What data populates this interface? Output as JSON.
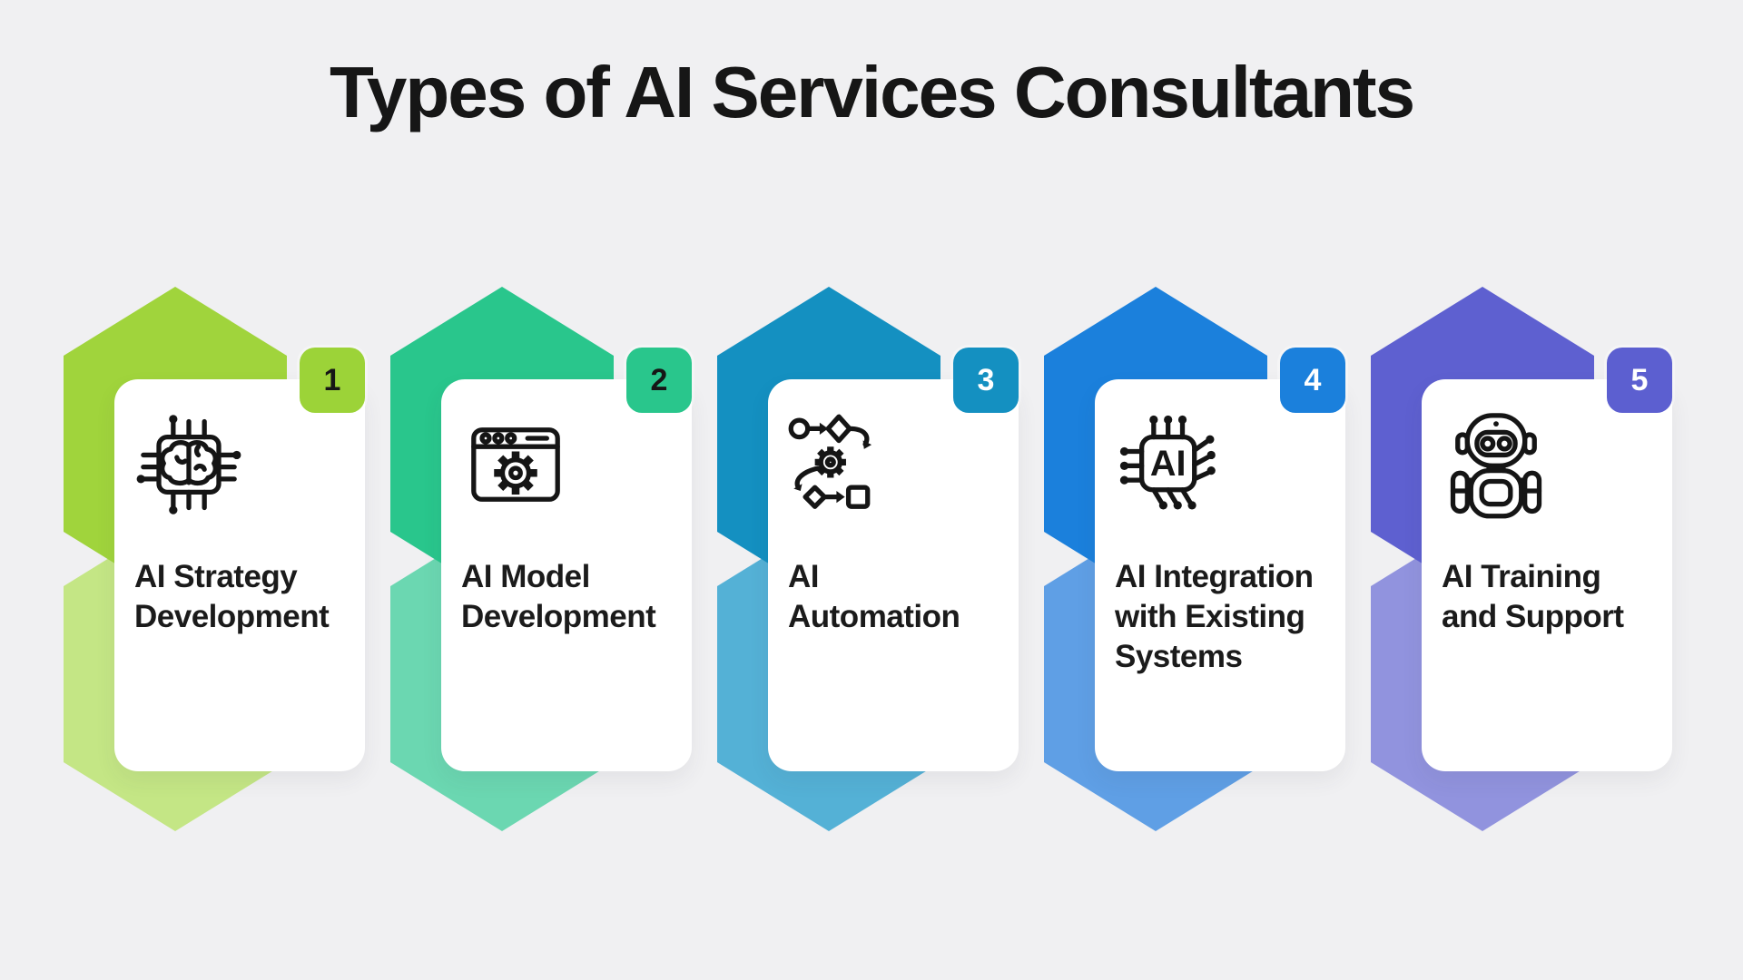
{
  "page": {
    "title": "Types of AI Services Consultants",
    "title_color": "#161616",
    "background_color": "#f0f0f2",
    "card_background": "#ffffff",
    "label_text_color": "#1b1b1b"
  },
  "cards": [
    {
      "number": "1",
      "label": "AI Strategy Development",
      "lines": [
        "AI Strategy",
        "Development",
        ""
      ],
      "icon": "brain-circuit-chip-icon",
      "hex_dark": "#a0d43c",
      "hex_light": "#c4e685",
      "badge_color": "#9cd338",
      "number_color": "#161616"
    },
    {
      "number": "2",
      "label": "AI Model Development",
      "lines": [
        "AI Model",
        "Development",
        ""
      ],
      "icon": "browser-gear-icon",
      "hex_dark": "#29c68c",
      "hex_light": "#6bd7b1",
      "badge_color": "#29c68c",
      "number_color": "#161616"
    },
    {
      "number": "3",
      "label": "AI Automation",
      "lines": [
        "AI",
        "Automation",
        ""
      ],
      "icon": "workflow-automation-icon",
      "hex_dark": "#1490c1",
      "hex_light": "#54b1d6",
      "badge_color": "#1490c1",
      "number_color": "#ffffff"
    },
    {
      "number": "4",
      "label": "AI Integration with Existing Systems",
      "lines": [
        "AI Integration",
        "with Existing",
        "Systems"
      ],
      "icon": "ai-chip-icon",
      "hex_dark": "#1b80dc",
      "hex_light": "#5f9fe5",
      "badge_color": "#1b80dc",
      "number_color": "#ffffff"
    },
    {
      "number": "5",
      "label": "AI Training and Support",
      "lines": [
        "AI Training",
        "and Support",
        ""
      ],
      "icon": "robot-icon",
      "hex_dark": "#5e60d0",
      "hex_light": "#9193de",
      "badge_color": "#5c5fd0",
      "number_color": "#ffffff"
    }
  ]
}
